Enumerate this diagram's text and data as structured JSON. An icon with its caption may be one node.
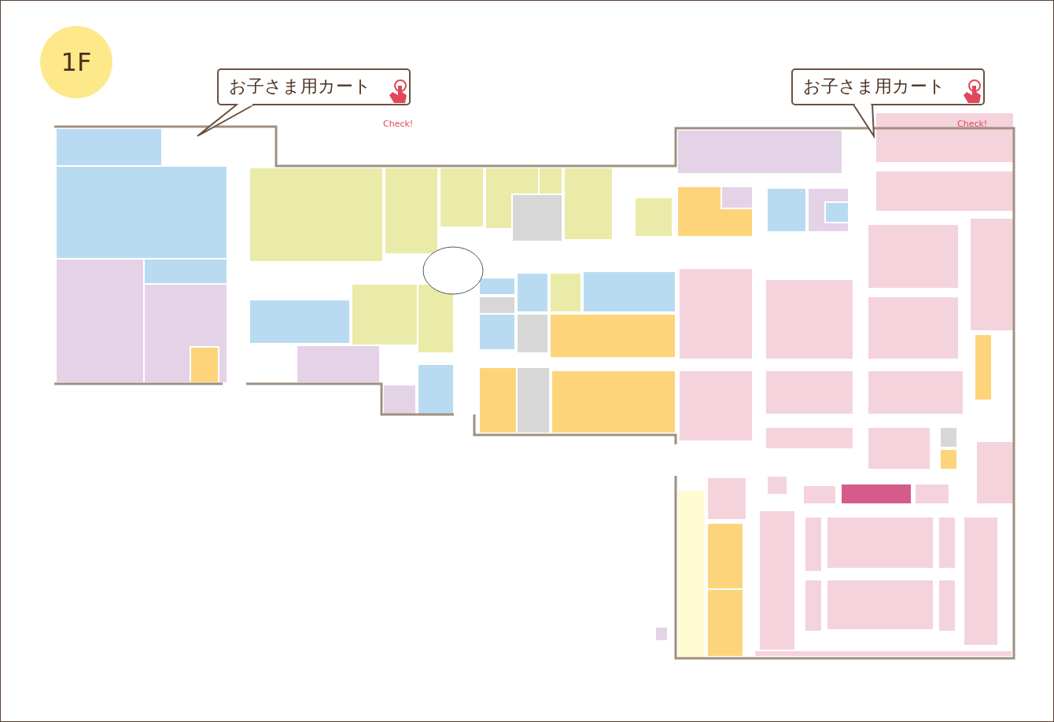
{
  "diagram": {
    "nodes": [
      {
        "text": [
          "1F"
        ]
      },
      {
        "text": [
          "お子さま用カート",
          "Check!"
        ]
      },
      {
        "text": [
          "お子さま用カート",
          "Check!"
        ]
      }
    ]
  }
}
